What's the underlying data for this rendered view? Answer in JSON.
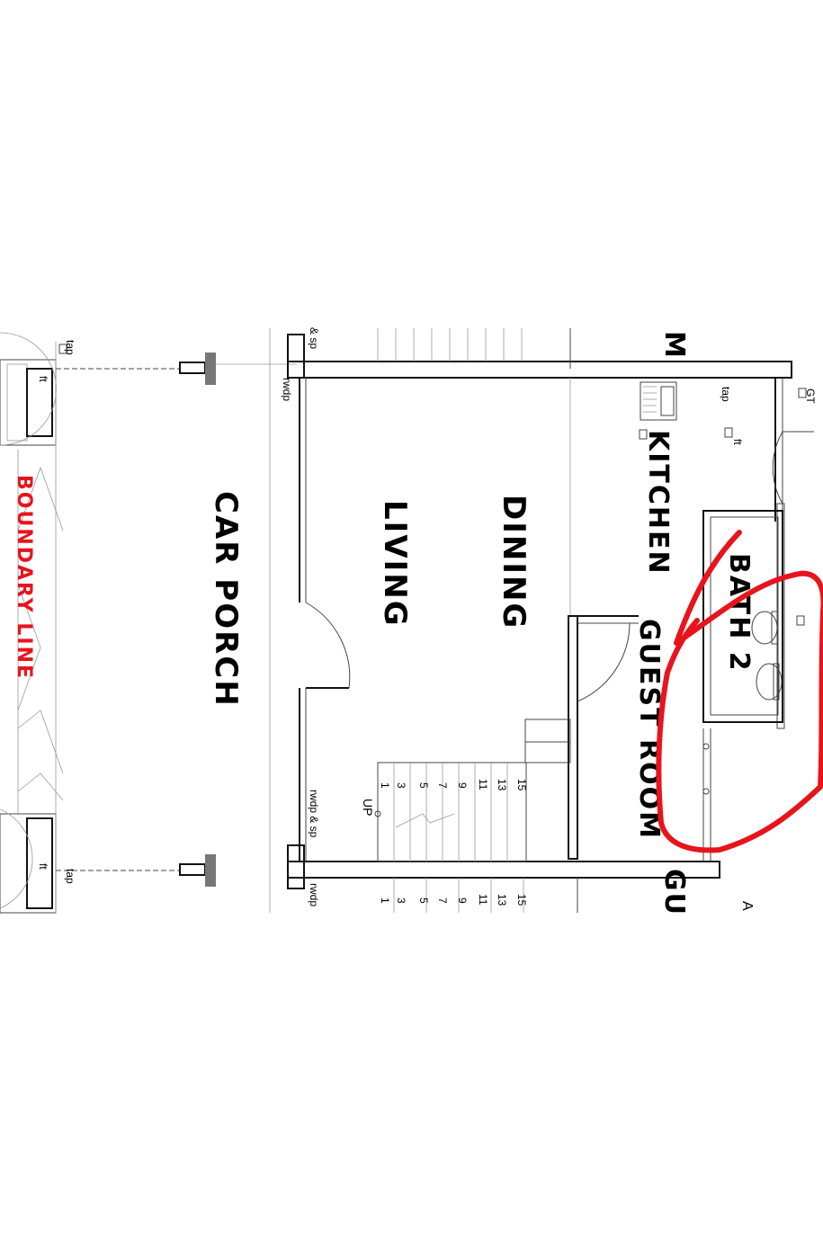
{
  "rooms": {
    "car_porch": "CAR PORCH",
    "living": "LIVING",
    "dining": "DINING",
    "kitchen": "KITCHEN",
    "bath2": "BATH 2",
    "guest_room": "GUEST ROOM",
    "partial_top": "M",
    "partial_bottom": "GU"
  },
  "boundary_label": "BOUNDARY LINE",
  "notes": {
    "tap_top_left": "tap",
    "ft_top_left": "ft",
    "tap_bottom_left": "tap",
    "ft_bottom_left": "ft",
    "sp_top": "& sp",
    "rwdp_top": "rwdp",
    "rwdp_sp_bottom": "rwdp & sp",
    "rwdp_bottom": "rwdp",
    "tap_kitchen": "tap",
    "ft_kitchen": "ft",
    "gt": "GT",
    "up": "UP",
    "partial_a": "A"
  },
  "stairs": {
    "upper_flight": [
      "1",
      "3",
      "5",
      "7",
      "9",
      "11",
      "13",
      "15"
    ],
    "lower_flight": [
      "1",
      "3",
      "5",
      "7",
      "9",
      "11",
      "13",
      "15"
    ]
  },
  "markup": {
    "color": "#e8141c",
    "shape": "red-freehand-circle"
  }
}
